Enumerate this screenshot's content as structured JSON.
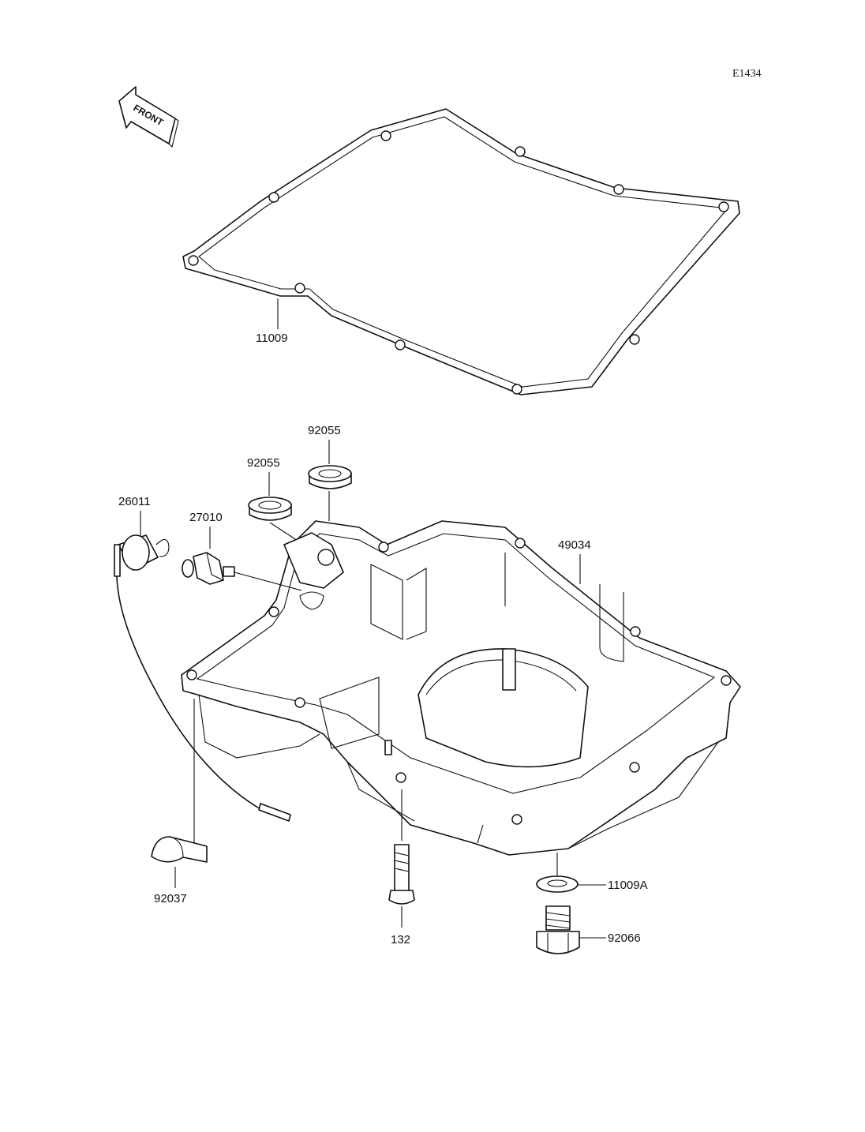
{
  "diagram_code": "E1434",
  "front_label": "FRONT",
  "parts": {
    "gasket": "11009",
    "seal_a": "92055",
    "seal_b": "92055",
    "switch_lead": "26011",
    "oil_switch": "27010",
    "oil_pan": "49034",
    "clamp": "92037",
    "bolt": "132",
    "drain_washer": "11009A",
    "drain_plug": "92066"
  }
}
